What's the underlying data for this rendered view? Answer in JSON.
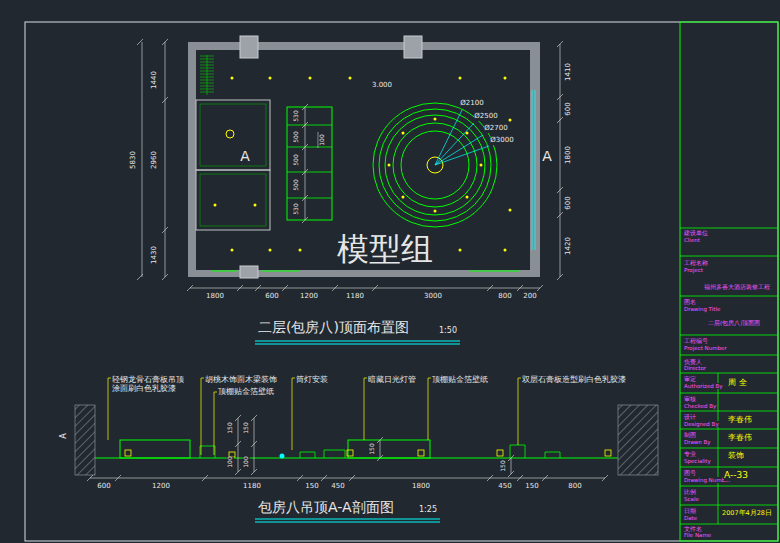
{
  "diagram": {
    "title": "二层(包房八)顶面布置图",
    "labels": [
      "模型组",
      "1:50",
      "包房八吊顶A-A剖面图",
      "1:25",
      "A",
      "A",
      "3.000",
      "1440",
      "5830",
      "2960",
      "1430",
      "1410",
      "600",
      "1800",
      "600",
      "1420",
      "1800",
      "600",
      "1200",
      "1180",
      "3000",
      "800",
      "200",
      "530",
      "500",
      "500",
      "500",
      "530",
      "100",
      "Ø2100",
      "Ø2500",
      "Ø2700",
      "Ø3000",
      "轻钢龙骨石膏板吊顶 涂面刷白色乳胶漆",
      "胡桃木饰面木梁装饰",
      "顶棚贴金箔壁纸",
      "筒灯安装",
      "暗藏日光灯管",
      "顶棚贴金箔壁纸",
      "双层石膏板造型刷白色乳胶漆",
      "600",
      "1200",
      "1180",
      "150",
      "450",
      "1800",
      "450",
      "150",
      "800",
      "150",
      "100",
      "150",
      "100",
      "150",
      "150",
      "A",
      "建设单位",
      "Client",
      "工程名称",
      "Project",
      "福州多喜大酒店装修工程",
      "图名",
      "Drawing Title",
      "二层(包房八)顶面图",
      "工程编号",
      "Project Number",
      "负责人",
      "Director",
      "审定",
      "Authorized By",
      "周 全",
      "审核",
      "Checked By",
      "设计",
      "Designed By",
      "李春伟",
      "制图",
      "Drawn By",
      "李春伟",
      "专业",
      "Speciality",
      "装饰",
      "图号",
      "Drawing Number",
      "A--33",
      "比例",
      "Scale",
      "日期",
      "Date",
      "2007年4月28日",
      "文件名",
      "File Name"
    ]
  }
}
